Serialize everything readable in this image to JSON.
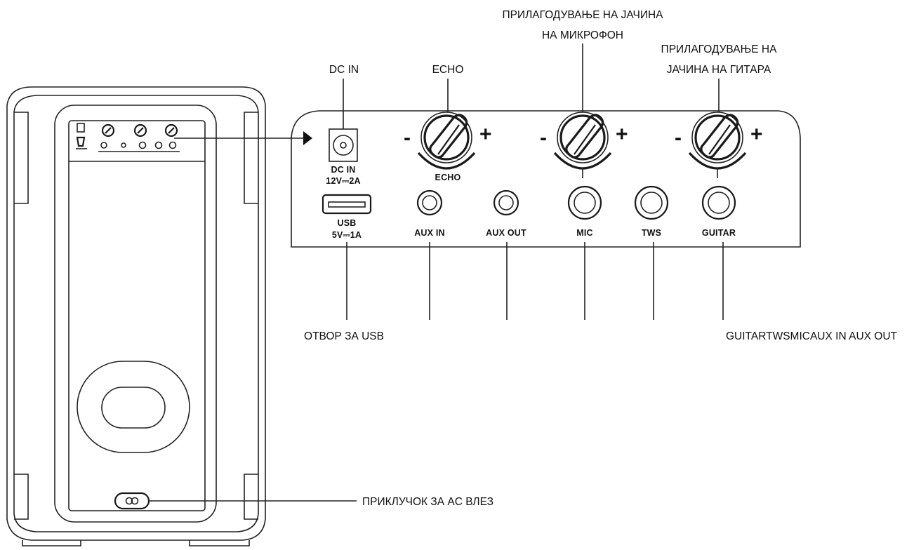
{
  "callouts": {
    "mic_volume_line1": "ПРИЛАГОДУВАЊЕ НА ЈАЧИНА",
    "mic_volume_line2": "НА МИКРОФОН",
    "guitar_volume_line1": "ПРИЛАГОДУВАЊЕ НА",
    "guitar_volume_line2": "ЈАЧИНА НА ГИТАРА",
    "dc_in": "DC IN",
    "echo": "ECHO",
    "usb_port": "ОТВОР ЗА USB",
    "jacks_row": "GUITARTWSMICAUX IN AUX OUT",
    "ac_input": "ПРИКЛУЧОК ЗА AC ВЛЕЗ"
  },
  "panel": {
    "dc_in_label": "DC IN",
    "dc_in_rating": "12V⎓2A",
    "usb_label": "USB",
    "usb_rating": "5V⎓1A",
    "echo_label": "ECHO",
    "aux_in_label": "AUX IN",
    "aux_out_label": "AUX OUT",
    "mic_label": "MIC",
    "tws_label": "TWS",
    "guitar_label": "GUITAR",
    "minus": "-",
    "plus": "+"
  }
}
